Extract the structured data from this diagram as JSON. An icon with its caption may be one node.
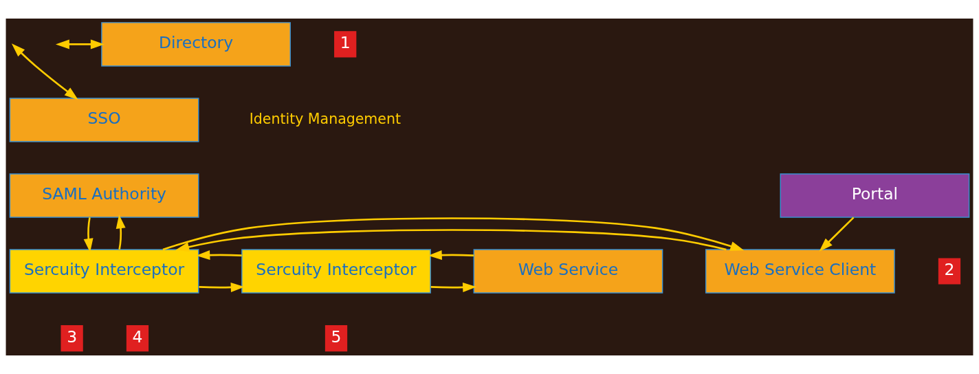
{
  "diagram": {
    "nodes": [
      {
        "text": [
          "Directory"
        ]
      },
      {
        "text": [
          "SSO"
        ]
      },
      {
        "text": [
          "SAML Authority"
        ]
      },
      {
        "text": [
          "Portal"
        ]
      },
      {
        "text": [
          "Web Service Client"
        ]
      },
      {
        "text": [
          "Sercuity Interceptor"
        ]
      },
      {
        "text": [
          "Sercuity Interceptor"
        ]
      },
      {
        "text": [
          "Web Service"
        ]
      }
    ],
    "edges": [
      {
        "from": null,
        "to": 0,
        "arrow": "both"
      },
      {
        "from": null,
        "to": 1,
        "arrow": "both"
      },
      {
        "from": 3,
        "to": 4,
        "arrow": "to"
      },
      {
        "from": 5,
        "to": 2,
        "arrow": "to"
      },
      {
        "from": 2,
        "to": 5,
        "arrow": "to"
      },
      {
        "from": 4,
        "to": 5,
        "arrow": "to"
      },
      {
        "from": 5,
        "to": 4,
        "arrow": "to"
      },
      {
        "from": 5,
        "to": 6,
        "arrow": "to"
      },
      {
        "from": 6,
        "to": 5,
        "arrow": "to"
      },
      {
        "from": 6,
        "to": 7,
        "arrow": "to"
      },
      {
        "from": 7,
        "to": 6,
        "arrow": "to"
      }
    ],
    "labels": [
      "1",
      "Identity Management",
      "2",
      "3",
      "4",
      "5"
    ]
  }
}
